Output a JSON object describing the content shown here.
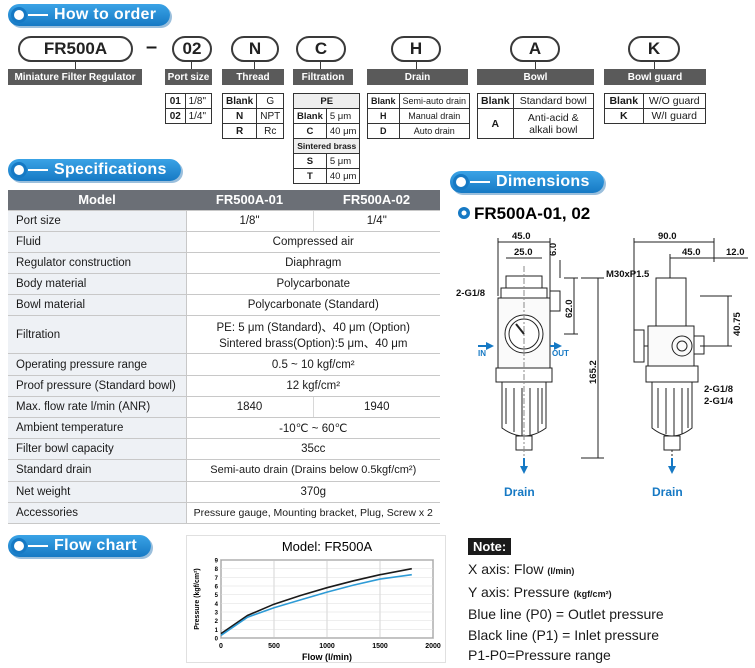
{
  "sections": {
    "order": "How to order",
    "specs": "Specifications",
    "dimensions": "Dimensions",
    "flow": "Flow chart"
  },
  "order": {
    "model_code": "FR500A",
    "dash": "–",
    "port_code": "02",
    "thread_code": "N",
    "filtration_code": "C",
    "drain_code": "H",
    "bowl_code": "A",
    "guard_code": "K",
    "model_label": "Miniature Filter Regulator",
    "port_label": "Port size",
    "thread_label": "Thread",
    "filtration_label": "Filtration",
    "drain_label": "Drain",
    "bowl_label": "Bowl",
    "guard_label": "Bowl guard",
    "port_rows": [
      [
        "01",
        "1/8\""
      ],
      [
        "02",
        "1/4\""
      ]
    ],
    "thread_rows": [
      [
        "Blank",
        "G"
      ],
      [
        "N",
        "NPT"
      ],
      [
        "R",
        "Rc"
      ]
    ],
    "filtration_pe": "PE",
    "filtration_sintered": "Sintered brass",
    "filtration_pe_rows": [
      [
        "Blank",
        "5 μm"
      ],
      [
        "C",
        "40 μm"
      ]
    ],
    "filtration_s_rows": [
      [
        "S",
        "5 μm"
      ],
      [
        "T",
        "40 μm"
      ]
    ],
    "drain_rows": [
      [
        "Blank",
        "Semi-auto drain"
      ],
      [
        "H",
        "Manual drain"
      ],
      [
        "D",
        "Auto drain"
      ]
    ],
    "bowl_rows": [
      [
        "Blank",
        "Standard bowl"
      ],
      [
        "A",
        "Anti-acid & alkali bowl"
      ]
    ],
    "guard_rows": [
      [
        "Blank",
        "W/O guard"
      ],
      [
        "K",
        "W/I guard"
      ]
    ]
  },
  "specs": {
    "header": [
      "Model",
      "FR500A-01",
      "FR500A-02"
    ],
    "rows": [
      {
        "label": "Port size",
        "v1": "1/8\"",
        "v2": "1/4\""
      },
      {
        "label": "Fluid",
        "v": "Compressed air"
      },
      {
        "label": "Regulator construction",
        "v": "Diaphragm"
      },
      {
        "label": "Body material",
        "v": "Polycarbonate"
      },
      {
        "label": "Bowl material",
        "v": "Polycarbonate (Standard)"
      },
      {
        "label": "Filtration",
        "v": "PE: 5 μm (Standard)、40 μm (Option)",
        "v_line2": "Sintered brass(Option):5 μm、40 μm"
      },
      {
        "label": "Operating pressure range",
        "v": "0.5 ~ 10 kgf/cm²"
      },
      {
        "label": "Proof pressure (Standard bowl)",
        "v": "12 kgf/cm²"
      },
      {
        "label": "Max. flow rate l/min (ANR)",
        "v1": "1840",
        "v2": "1940"
      },
      {
        "label": "Ambient temperature",
        "v": "-10℃ ~ 60℃"
      },
      {
        "label": "Filter bowl capacity",
        "v": "35cc"
      },
      {
        "label": "Standard drain",
        "v": "Semi-auto drain (Drains below 0.5kgf/cm²)"
      },
      {
        "label": "Net weight",
        "v": "370g"
      },
      {
        "label": "Accessories",
        "v": "Pressure gauge, Mounting bracket, Plug, Screw x 2"
      }
    ]
  },
  "dimensions": {
    "subtitle": "FR500A-01, 02",
    "labels": {
      "d45a": "45.0",
      "d25": "25.0",
      "d6": "6.0",
      "d62": "62.0",
      "d165": "165.2",
      "port1": "2-G1/8",
      "in": "IN",
      "out": "OUT",
      "drain": "Drain",
      "d90": "90.0",
      "d45b": "45.0",
      "d12": "12.0",
      "thread": "M30xP1.5",
      "d4075": "40.75",
      "port2": "2-G1/8",
      "port3": "2-G1/4"
    }
  },
  "chart_data": {
    "type": "line",
    "title": "Model: FR500A",
    "xlabel": "Flow (l/min)",
    "ylabel": "Pressure (kgf/cm²)",
    "x": [
      0,
      250,
      500,
      750,
      1000,
      1250,
      1500,
      1800
    ],
    "xticks": [
      0,
      500,
      1000,
      1500,
      2000
    ],
    "yticks": [
      0,
      1,
      2,
      3,
      4,
      5,
      6,
      7,
      8,
      9
    ],
    "xlim": [
      0,
      2000
    ],
    "ylim": [
      0,
      9
    ],
    "grid": true,
    "series": [
      {
        "name": "Black line (P1)",
        "color": "#1a1a1a",
        "values": [
          0.5,
          2.6,
          3.9,
          4.9,
          5.8,
          6.6,
          7.3,
          8.0
        ]
      },
      {
        "name": "Blue line (P0)",
        "color": "#2e9bd6",
        "values": [
          0.3,
          2.4,
          3.5,
          4.4,
          5.3,
          6.1,
          6.8,
          7.3
        ]
      }
    ]
  },
  "note": {
    "title": "Note:",
    "x_axis": "X axis: Flow",
    "x_unit": "(l/min)",
    "y_axis": "Y axis: Pressure",
    "y_unit": "(kgf/cm²)",
    "blue": "Blue line (P0) = Outlet pressure",
    "black": "Black line (P1) = Inlet pressure",
    "range": "P1-P0=Pressure range"
  },
  "colors": {
    "accent": "#1679c4",
    "header": "#6b6f76",
    "label_bg": "#eef1f5"
  }
}
